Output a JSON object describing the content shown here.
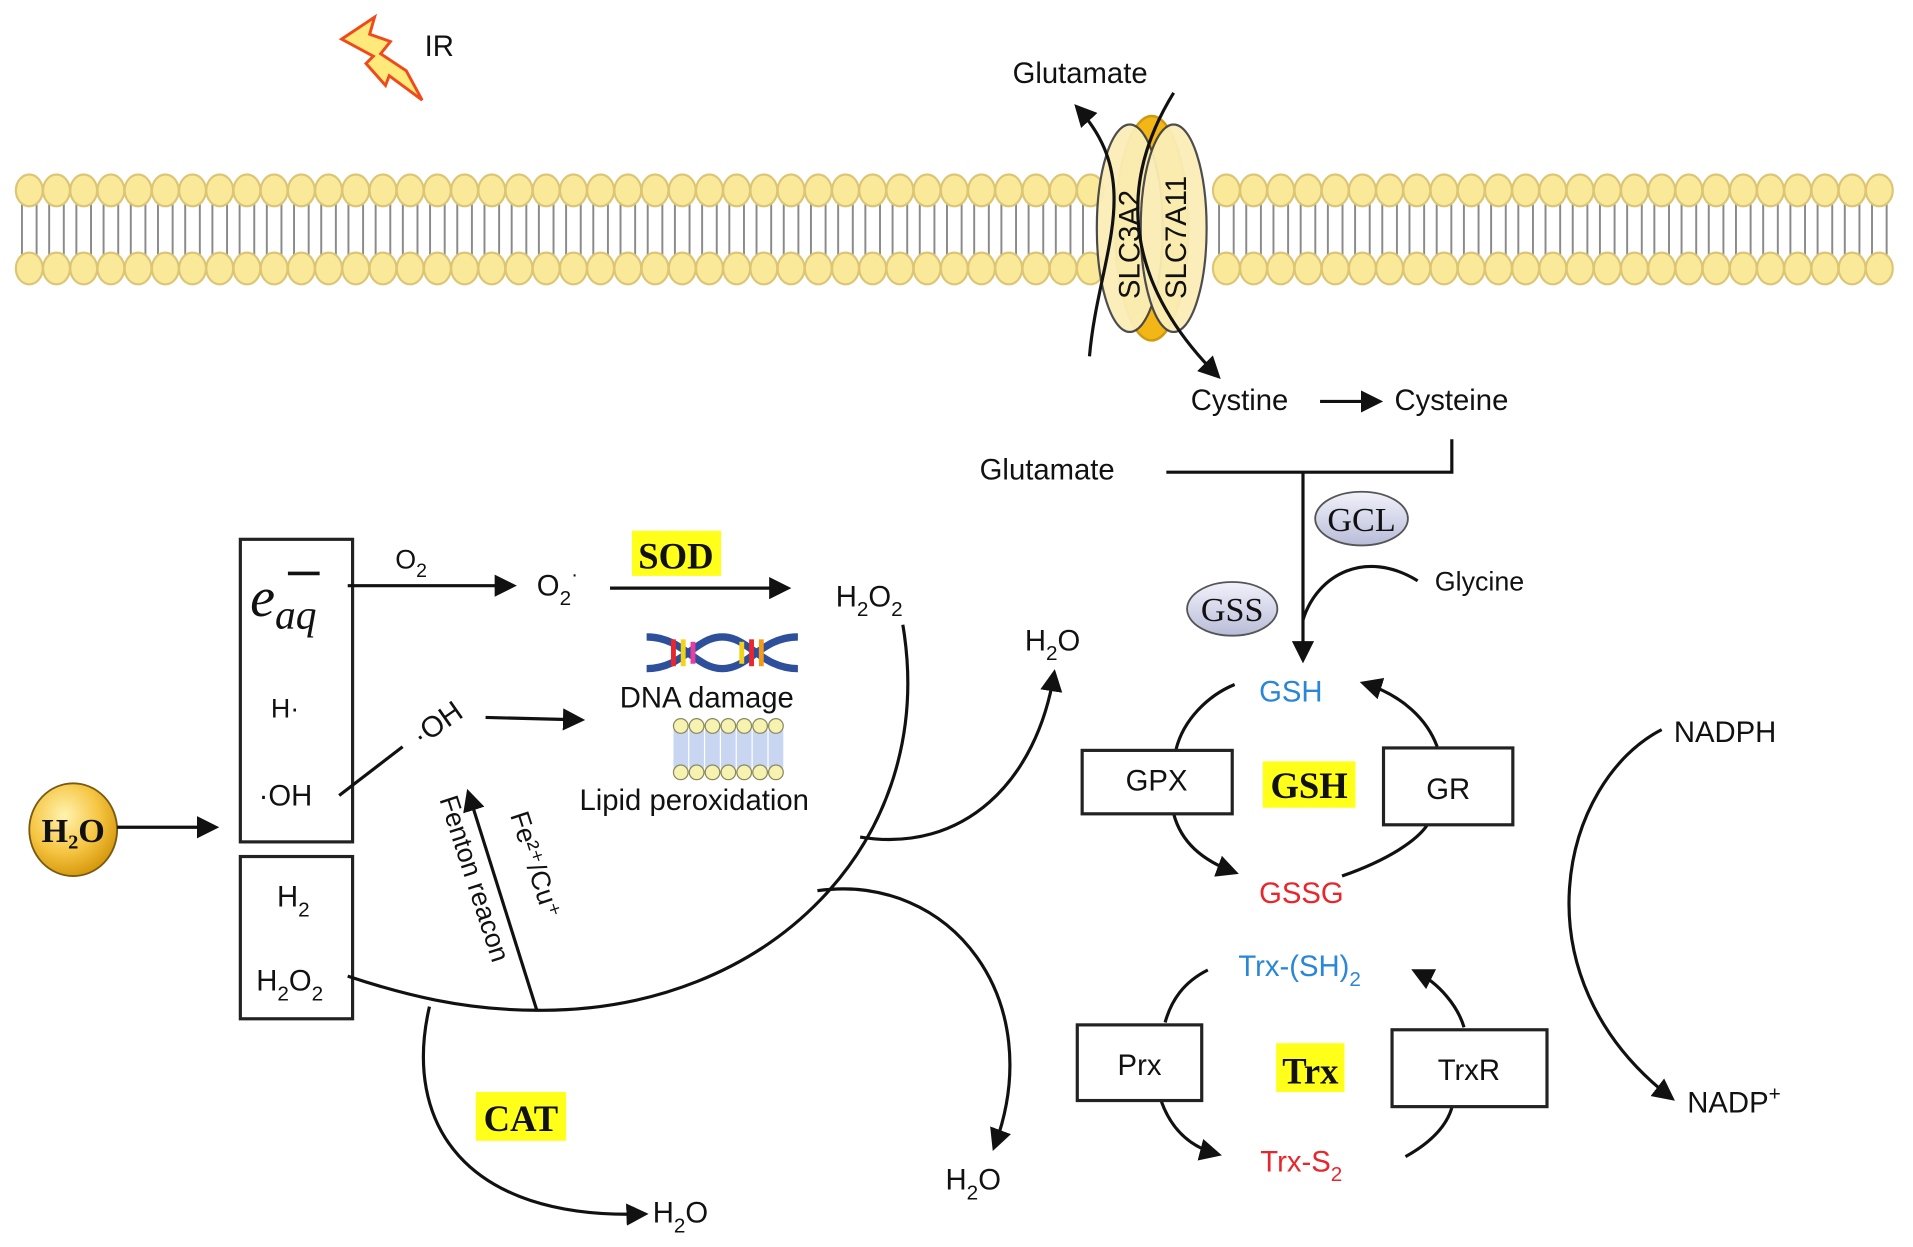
{
  "irradiation": {
    "label": "IR"
  },
  "transporter": {
    "subunit_left": "SLC3A2",
    "subunit_right": "SLC7A11",
    "export_label": "Glutamate",
    "import_label": "Cystine",
    "product_label": "Cysteine"
  },
  "gsh_synthesis": {
    "glutamate_label": "Glutamate",
    "enzyme_1": "GCL",
    "enzyme_2": "GSS",
    "glycine_label": "Glycine"
  },
  "radiolysis": {
    "source_label": "H₂O",
    "primary_species_top": {
      "e_main": "e",
      "e_sub": "aq",
      "e_sup": "−",
      "h_radical": "H·",
      "oh_radical": "·OH"
    },
    "primary_species_bottom": {
      "h2": "H",
      "h2_sub": "2",
      "h2o2_a": "H",
      "h2o2_sub1": "2",
      "h2o2_b": "O",
      "h2o2_sub2": "2"
    }
  },
  "ros": {
    "o2_label": "O",
    "o2_sub": "2",
    "superoxide": "O",
    "superoxide_sub": "2",
    "superoxide_sup": "·",
    "sod_label": "SOD",
    "h2o2_a": "H",
    "h2o2_sub1": "2",
    "h2o2_b": "O",
    "h2o2_sub2": "2",
    "oh_label": "·OH",
    "dna_damage_label": "DNA damage",
    "lipid_peroxidation_label": "Lipid peroxidation",
    "fenton_label": "Fenton reacon",
    "metal_label": "Fe²⁺/Cu⁺",
    "cat_label": "CAT",
    "water_label": "H",
    "water_sub": "2",
    "water_o": "O"
  },
  "gsh_cycle": {
    "reduced": "GSH",
    "oxidized": "GSSG",
    "center": "GSH",
    "left_enzyme": "GPX",
    "right_enzyme": "GR",
    "colors": {
      "reduced": "#2a86d6",
      "oxidized": "#e8262b"
    }
  },
  "trx_cycle": {
    "reduced": "Trx-(SH)",
    "reduced_sub": "2",
    "oxidized": "Trx-S",
    "oxidized_sub": "2",
    "center": "Trx",
    "left_enzyme": "Prx",
    "right_enzyme": "TrxR",
    "colors": {
      "reduced": "#2a86d6",
      "oxidized": "#e8262b"
    }
  },
  "nadph": {
    "from_label": "NADPH",
    "to_label": "NADP",
    "to_sup": "+"
  },
  "colors": {
    "highlight": "#ffff1a",
    "lipid_head": "#fbe99a",
    "transporter": "#f2b617"
  }
}
